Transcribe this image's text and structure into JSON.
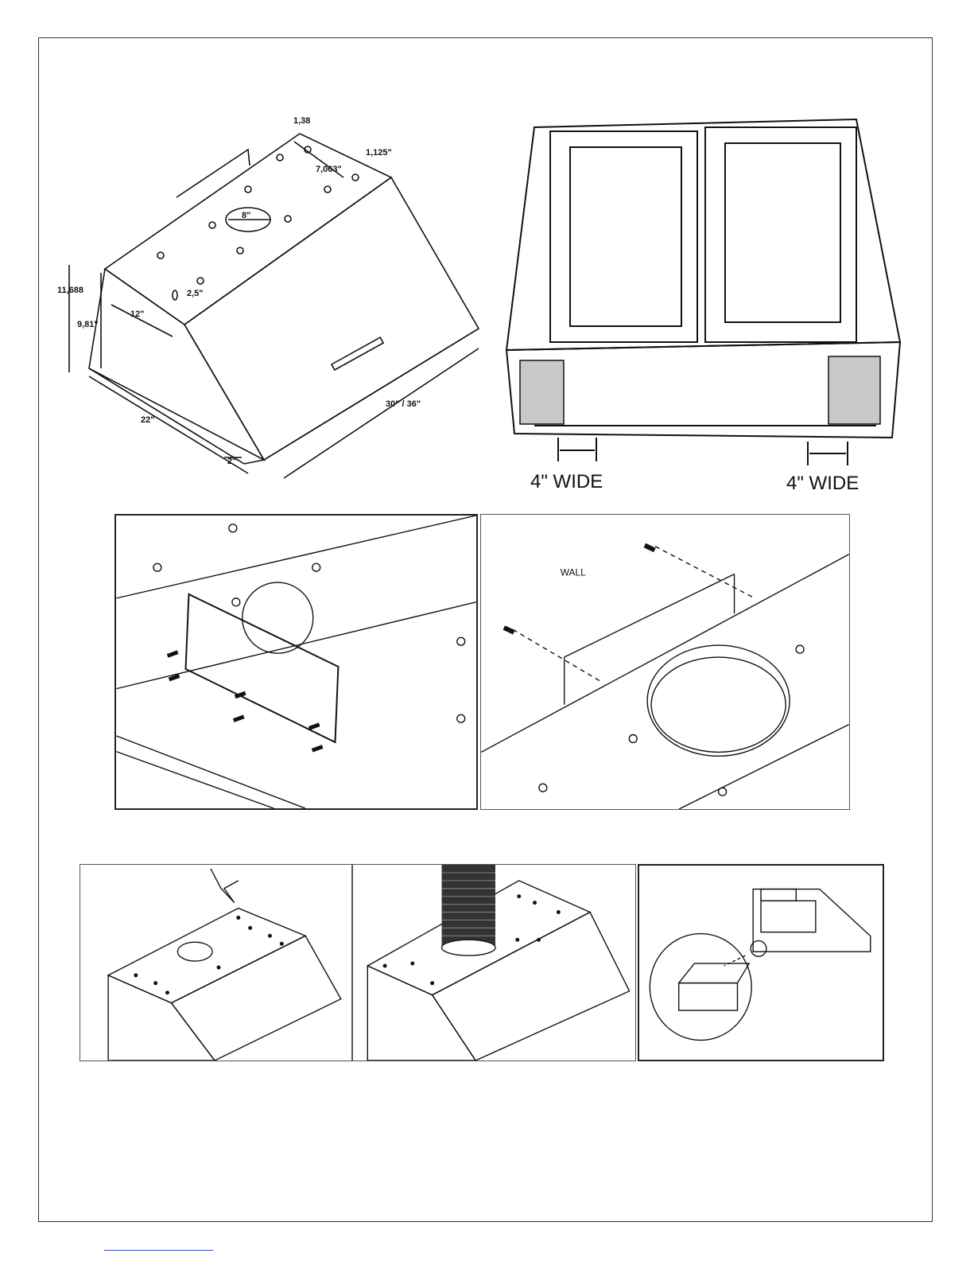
{
  "figure1": {
    "dimensions": {
      "d_1_38": "1,38",
      "d_1_125": "1,125\"",
      "d_7_063": "7,063\"",
      "d_8": "8\"",
      "d_2_5": "2,5\"",
      "d_12": "12\"",
      "d_11_688": "11,688",
      "d_9_81": "9,81\"",
      "d_22": "22\"",
      "d_2": "2\"",
      "d_30_36": "30\" / 36\""
    }
  },
  "figure2": {
    "left_label": "4\" WIDE",
    "right_label": "4\" WIDE"
  },
  "figure4": {
    "wall_label": "WALL"
  },
  "colors": {
    "frame": "#333333",
    "line": "#111111",
    "shade": "#c8c8c8",
    "footer_link": "#2a4fd8"
  }
}
